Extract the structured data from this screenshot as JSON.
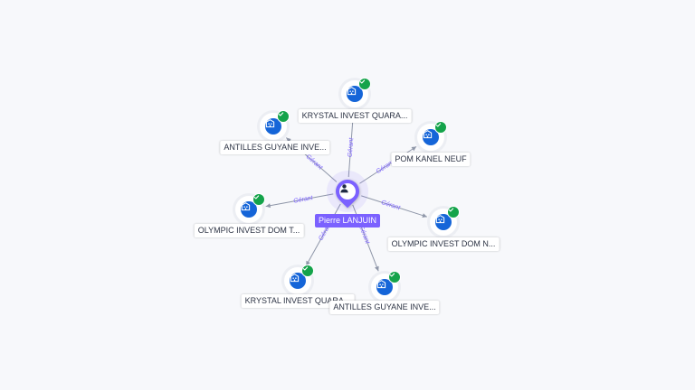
{
  "colors": {
    "background": "#f7f8fb",
    "accent": "#7b61ff",
    "company_disc": "#1565d8",
    "verified": "#14a34a",
    "edge": "#8e96a8"
  },
  "icons": {
    "center": "person-icon",
    "company": "building-icon",
    "badge": "check-badge-icon"
  },
  "center": {
    "label": "Pierre LANJUIN"
  },
  "relations": [
    {
      "id": "krystal-top",
      "company": "KRYSTAL INVEST QUARA...",
      "edge_label": "Gérant"
    },
    {
      "id": "antilles-top",
      "company": "ANTILLES GUYANE INVE...",
      "edge_label": "Gérant"
    },
    {
      "id": "pom-kanel",
      "company": "POM KANEL NEUF",
      "edge_label": "Gérant"
    },
    {
      "id": "olympic-left",
      "company": "OLYMPIC INVEST DOM T...",
      "edge_label": "Gérant"
    },
    {
      "id": "olympic-right",
      "company": "OLYMPIC INVEST DOM N...",
      "edge_label": "Gérant"
    },
    {
      "id": "krystal-bottom",
      "company": "KRYSTAL INVEST QUARA...",
      "edge_label": "Gérant"
    },
    {
      "id": "antilles-bottom",
      "company": "ANTILLES GUYANE INVE...",
      "edge_label": "Gérant"
    }
  ]
}
